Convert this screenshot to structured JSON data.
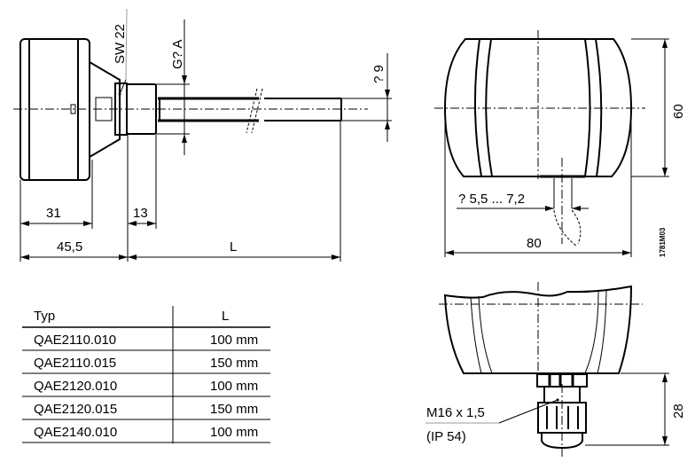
{
  "side_view": {
    "wrench_size": "SW 22",
    "thread": "G? A",
    "probe_diameter": "? 9",
    "dim_housing": "31",
    "dim_nipple": "13",
    "dim_total_head": "45,5",
    "dim_length": "L"
  },
  "front_view": {
    "dim_height": "60",
    "dim_width": "80",
    "cable_diameter": "? 5,5 ... 7,2",
    "drawing_number": "1781M03"
  },
  "gland_view": {
    "thread_label": "M16 x 1,5",
    "protection_label": "(IP 54)",
    "dim_height": "28"
  },
  "table": {
    "headers": [
      "Typ",
      "L"
    ],
    "rows": [
      [
        "QAE2110.010",
        "100 mm"
      ],
      [
        "QAE2110.015",
        "150 mm"
      ],
      [
        "QAE2120.010",
        "100 mm"
      ],
      [
        "QAE2120.015",
        "150 mm"
      ],
      [
        "QAE2140.010",
        "100 mm"
      ]
    ]
  }
}
